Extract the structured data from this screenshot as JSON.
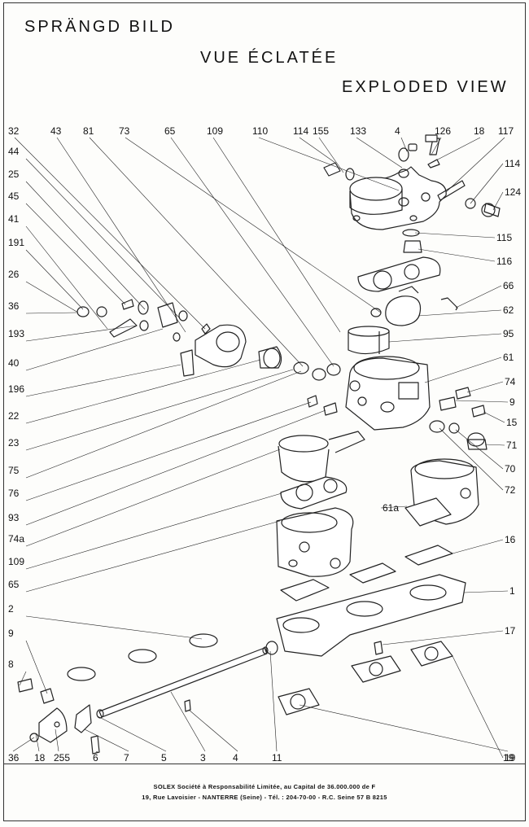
{
  "titles": {
    "swedish": "SPRÄNGD BILD",
    "french": "VUE ÉCLATÉE",
    "english": "EXPLODED VIEW"
  },
  "callouts": {
    "top": [
      "32",
      "43",
      "81",
      "73",
      "65",
      "109",
      "110",
      "114",
      "155",
      "133",
      "4",
      "126",
      "18",
      "117"
    ],
    "left": [
      "44",
      "25",
      "45",
      "41",
      "191",
      "26",
      "36",
      "193",
      "40",
      "196",
      "22",
      "23",
      "75",
      "76",
      "93",
      "74a",
      "109",
      "65",
      "2",
      "9",
      "8"
    ],
    "right": [
      "114",
      "124",
      "115",
      "116",
      "66",
      "62",
      "95",
      "61",
      "74",
      "9",
      "15",
      "71",
      "70",
      "72",
      "61a",
      "16",
      "1",
      "17",
      "19"
    ],
    "bottom": [
      "36",
      "18",
      "255",
      "6",
      "7",
      "5",
      "3",
      "4",
      "11",
      "19"
    ]
  },
  "footer": {
    "line1": "SOLEX Société à Responsabilité Limitée, au Capital de 36.000.000 de F",
    "line2": "19, Rue Lavoisier - NANTERRE (Seine) - Tél. : 204-70-00 - R.C. Seine 57 B 8215"
  }
}
